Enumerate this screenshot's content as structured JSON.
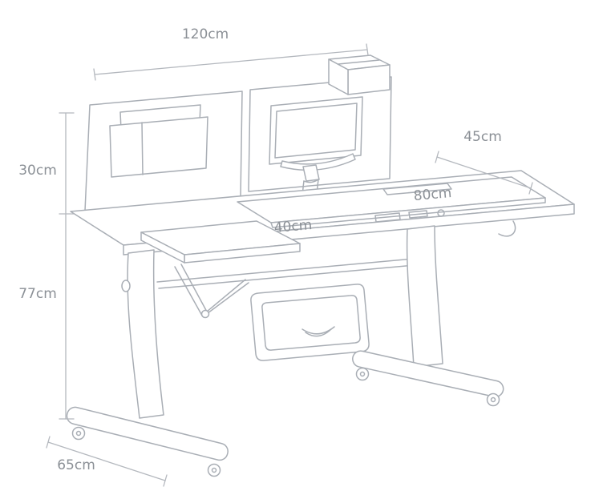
{
  "diagram": {
    "subject": "study-desk-technical-line-drawing",
    "dimensions": {
      "top_width": "120cm",
      "right_depth": "45cm",
      "hutch_height": "30cm",
      "desk_height": "77cm",
      "desktop_width": "80cm",
      "desktop_depth": "40cm",
      "foot_depth": "65cm"
    },
    "colors": {
      "line": "#a9aeb5",
      "dimension_line": "#b4b8be",
      "label_text": "#8b9096",
      "background": "#ffffff"
    }
  }
}
